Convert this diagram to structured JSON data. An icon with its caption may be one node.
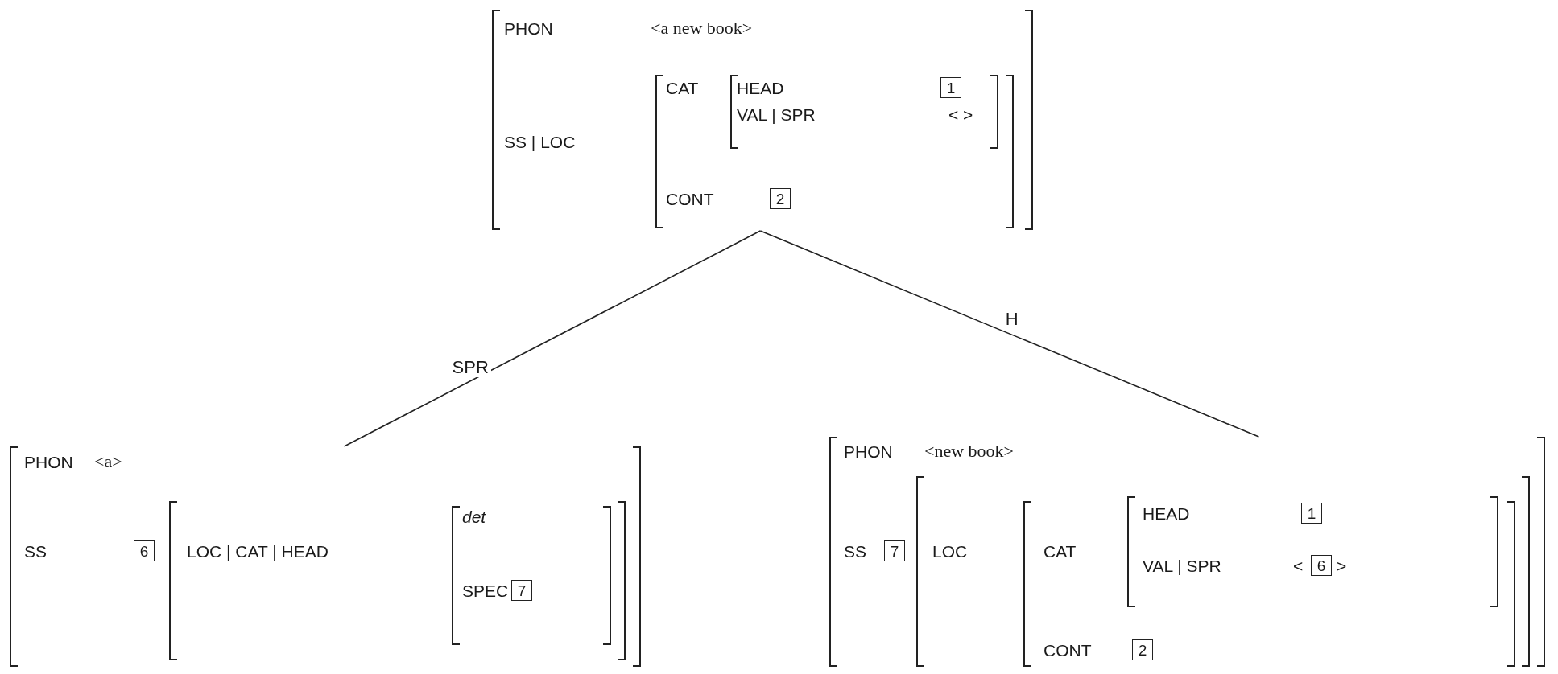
{
  "diagram": {
    "nodes": [
      {
        "text": [
          "PHON",
          "<a new book>",
          "SS | LOC"
        ]
      },
      {
        "text": [
          "CAT",
          "CONT"
        ],
        "in": 0
      },
      {
        "text": [
          "HEAD",
          "VAL | SPR",
          "< >"
        ],
        "in": 1
      },
      {
        "text": [
          "1"
        ],
        "in": 2
      },
      {
        "text": [
          "2"
        ],
        "in": 1
      },
      {
        "text": [
          "PHON",
          "<a>",
          "SS"
        ]
      },
      {
        "text": [
          "6"
        ],
        "in": 5
      },
      {
        "text": [
          "LOC | CAT | HEAD"
        ],
        "in": 5
      },
      {
        "text": [
          "det",
          "SPEC"
        ],
        "in": 7
      },
      {
        "text": [
          "7"
        ],
        "in": 8
      },
      {
        "text": [
          "PHON",
          "<new book>",
          "SS"
        ]
      },
      {
        "text": [
          "7"
        ],
        "in": 10
      },
      {
        "text": [
          "LOC"
        ],
        "in": 10
      },
      {
        "text": [
          "CAT",
          "CONT"
        ],
        "in": 12
      },
      {
        "text": [
          "HEAD",
          "VAL | SPR",
          "<",
          ">"
        ],
        "in": 13
      },
      {
        "text": [
          "1"
        ],
        "in": 14
      },
      {
        "text": [
          "6"
        ],
        "in": 14
      },
      {
        "text": [
          "2"
        ],
        "in": 13
      }
    ],
    "edges": [
      {
        "from": 0,
        "to": 5,
        "arrow": "none",
        "label": "SPR"
      },
      {
        "from": 0,
        "to": 10,
        "arrow": "none",
        "label": "H"
      }
    ]
  }
}
